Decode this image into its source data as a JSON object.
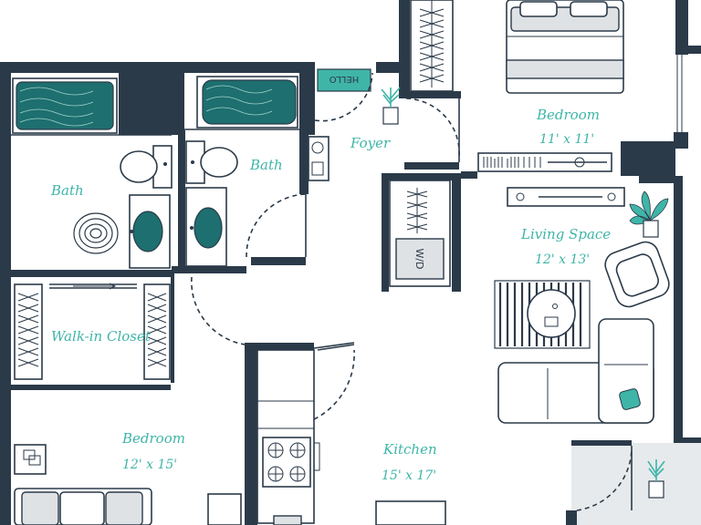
{
  "plan": {
    "rooms": {
      "bath_left": "Bath",
      "bath_right": "Bath",
      "foyer": "Foyer",
      "bedroom_top": "Bedroom",
      "bedroom_top_dim": "11' x 11'",
      "living": "Living Space",
      "living_dim": "12' x 13'",
      "walkin": "Walk-in Closet",
      "bedroom_bottom": "Bedroom",
      "bedroom_bottom_dim": "12' x 15'",
      "kitchen": "Kitchen",
      "kitchen_dim": "15' x 17'"
    },
    "doormat_text": "HELLO",
    "washer_text": "W/D"
  },
  "colors": {
    "wall": "#2b3a49",
    "accent": "#3fb5a8",
    "tub_fill": "#1e6f6f",
    "patio": "#e7eaec"
  },
  "icons": [
    "bathtub-icon",
    "toilet-icon",
    "sink-icon",
    "bath-rug-icon",
    "bed-icon",
    "plant-icon",
    "sofa-icon",
    "armchair-icon",
    "coffee-table-icon",
    "tv-console-icon",
    "stove-icon",
    "closet-rack-icon",
    "doormat-icon"
  ]
}
